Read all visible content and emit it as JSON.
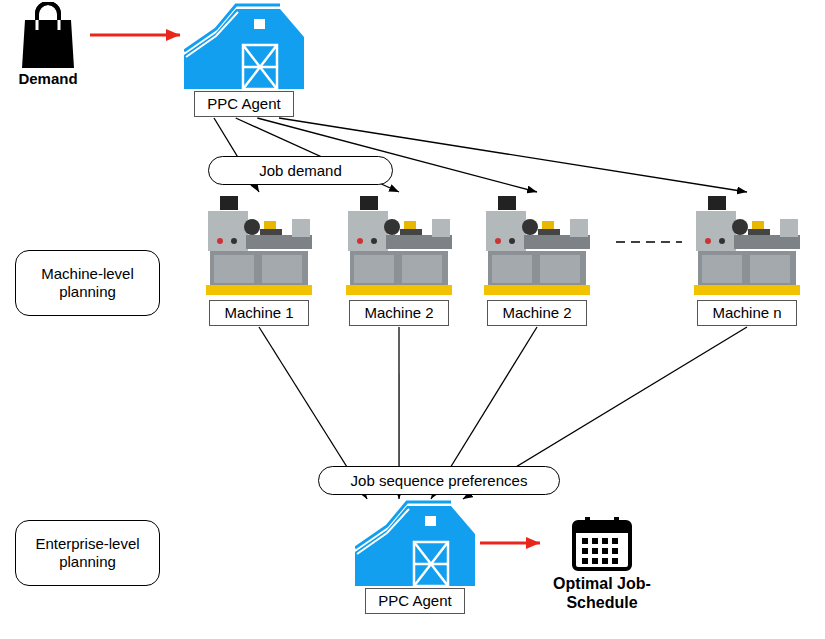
{
  "diagram": {
    "nodes": [
      {
        "text": [
          "Demand"
        ]
      },
      {
        "text": [
          "PPC Agent"
        ]
      },
      {
        "text": [
          "Job demand"
        ]
      },
      {
        "text": [
          "Machine-level planning"
        ]
      },
      {
        "text": [
          "Machine 1"
        ]
      },
      {
        "text": [
          "Machine 2"
        ]
      },
      {
        "text": [
          "Machine 2"
        ]
      },
      {
        "text": [
          "Machine n"
        ]
      },
      {
        "text": [
          "Job sequence preferences"
        ]
      },
      {
        "text": [
          "Enterprise-level planning"
        ]
      },
      {
        "text": [
          "PPC Agent"
        ]
      },
      {
        "text": [
          "Optimal Job-Schedule"
        ]
      }
    ],
    "edges": [
      {
        "from": 0,
        "to": 1,
        "arrow": "to"
      },
      {
        "from": 1,
        "to": 4,
        "arrow": "to"
      },
      {
        "from": 1,
        "to": 5,
        "arrow": "to"
      },
      {
        "from": 1,
        "to": 6,
        "arrow": "to"
      },
      {
        "from": 1,
        "to": 7,
        "arrow": "to"
      },
      {
        "from": 4,
        "to": 10,
        "arrow": "to"
      },
      {
        "from": 5,
        "to": 10,
        "arrow": "to"
      },
      {
        "from": 6,
        "to": 10,
        "arrow": "to"
      },
      {
        "from": 7,
        "to": 10,
        "arrow": "to"
      },
      {
        "from": 10,
        "to": 11,
        "arrow": "to"
      }
    ]
  }
}
